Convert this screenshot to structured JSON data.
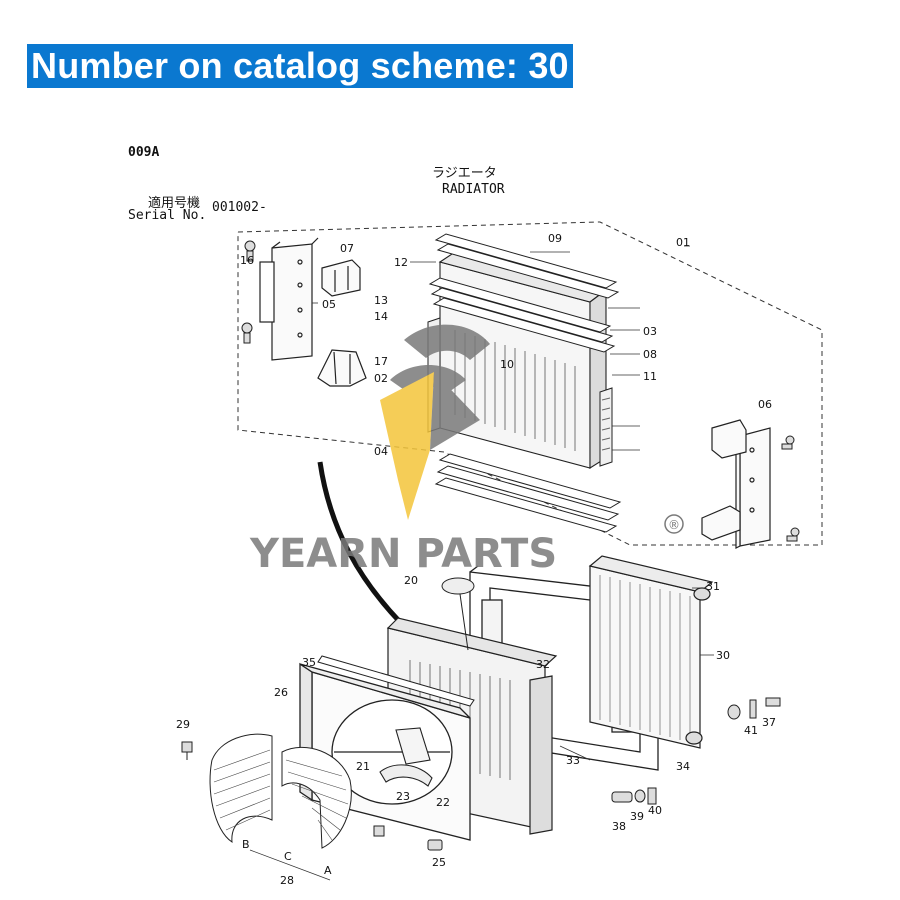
{
  "banner": {
    "text": "Number on catalog scheme: 30"
  },
  "diagram": {
    "code": "009A",
    "title_jp": "ラジエータ",
    "title_en": "RADIATOR",
    "serial_jp": "適用号機",
    "serial_en": "Serial No.",
    "serial_value": "001002-"
  },
  "watermark": {
    "brand": "YEARN PARTS",
    "registered": "®",
    "colors": {
      "gray": "#7a7a7a",
      "yellow": "#f4c53a"
    }
  },
  "callouts": [
    "01",
    "02",
    "03",
    "04",
    "05",
    "06",
    "07",
    "08",
    "09",
    "10",
    "11",
    "12",
    "13",
    "14",
    "16",
    "17",
    "20",
    "21",
    "22",
    "23",
    "25",
    "26",
    "28",
    "29",
    "30",
    "31",
    "32",
    "33",
    "34",
    "35",
    "37",
    "38",
    "39",
    "40",
    "41"
  ],
  "letters": [
    "A",
    "B",
    "C"
  ]
}
